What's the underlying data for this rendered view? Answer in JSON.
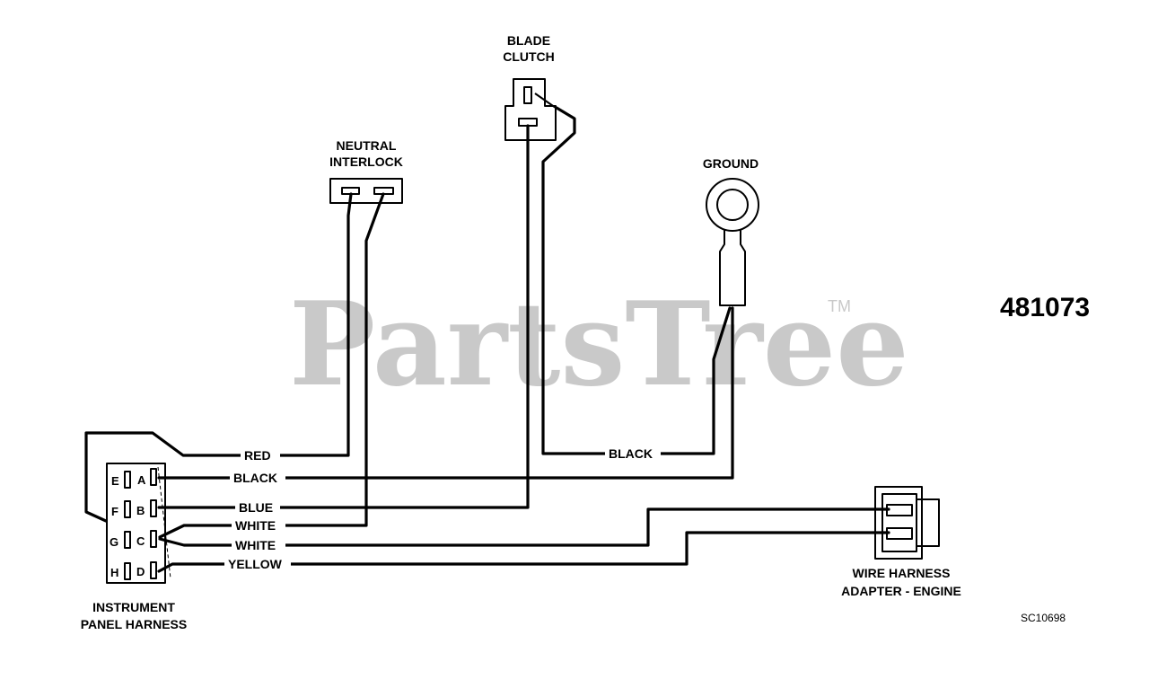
{
  "watermark": {
    "text": "PartsTree",
    "tm": "TM"
  },
  "part_number": "481073",
  "reference_code": "SC10698",
  "components": {
    "blade_clutch": [
      "BLADE",
      "CLUTCH"
    ],
    "neutral_interlock": [
      "NEUTRAL",
      "INTERLOCK"
    ],
    "ground": "GROUND",
    "instrument_panel_harness": [
      "INSTRUMENT",
      "PANEL HARNESS"
    ],
    "wire_harness_adapter": [
      "WIRE HARNESS",
      "ADAPTER - ENGINE"
    ]
  },
  "pins": {
    "left": [
      "E",
      "F",
      "G",
      "H"
    ],
    "right": [
      "A",
      "B",
      "C",
      "D"
    ]
  },
  "wires": {
    "red": "RED",
    "black_a": "BLACK",
    "black_ground": "BLACK",
    "blue": "BLUE",
    "white_1": "WHITE",
    "white_2": "WHITE",
    "yellow": "YELLOW"
  }
}
